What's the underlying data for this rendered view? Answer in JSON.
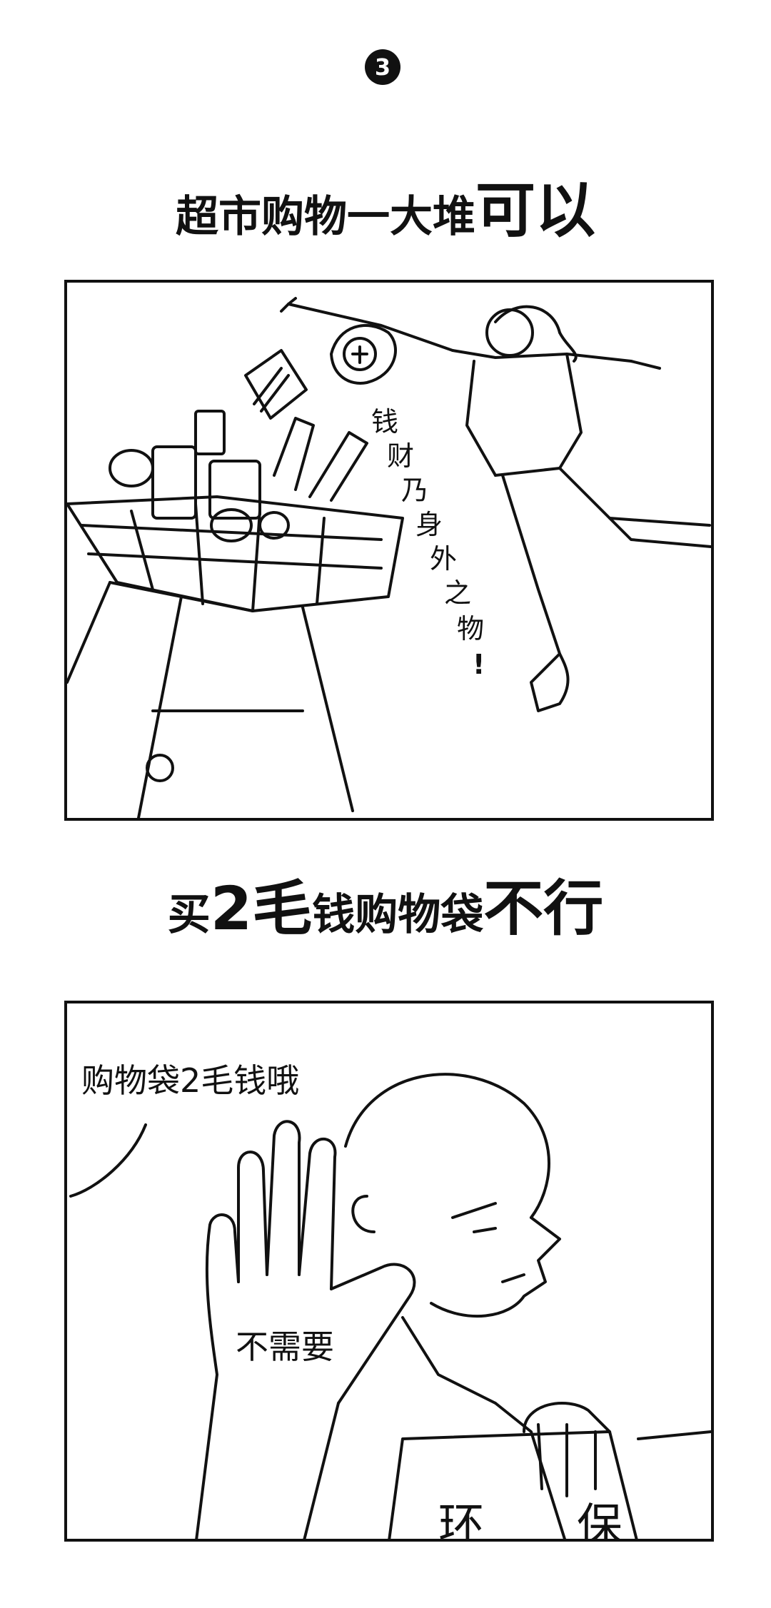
{
  "step_badge": "3",
  "section1": {
    "heading_small": "超市购物一大堆",
    "heading_large": "可以",
    "vertical_text": [
      "钱",
      "财",
      "乃",
      "身",
      "外",
      "之",
      "物",
      "!"
    ]
  },
  "section2": {
    "heading_parts": [
      {
        "text": "买",
        "size": "sm"
      },
      {
        "text": "2毛",
        "size": "lg"
      },
      {
        "text": "钱购物袋",
        "size": "sm"
      },
      {
        "text": "不行",
        "size": "lg"
      }
    ],
    "speech_bubble": "购物袋2毛钱哦",
    "palm_text": "不需要",
    "bag_text": "环保"
  }
}
